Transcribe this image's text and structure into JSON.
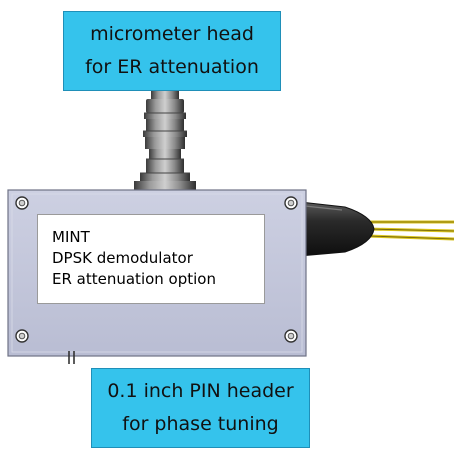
{
  "colors": {
    "callout_fill": "#35c3ec",
    "housing_fill": "#c3c7dc",
    "fiber_color": "#d8c21a"
  },
  "callouts": {
    "top": {
      "line1": "micrometer head",
      "line2": "for ER attenuation"
    },
    "bottom": {
      "line1": "0.1 inch PIN header",
      "line2": "for phase tuning"
    }
  },
  "module_label": {
    "line1": "MINT",
    "line2": "DPSK demodulator",
    "line3": "ER attenuation option"
  },
  "icons": [
    "mounting-screw-icon",
    "micrometer-head",
    "fiber-connector",
    "pin-header"
  ]
}
